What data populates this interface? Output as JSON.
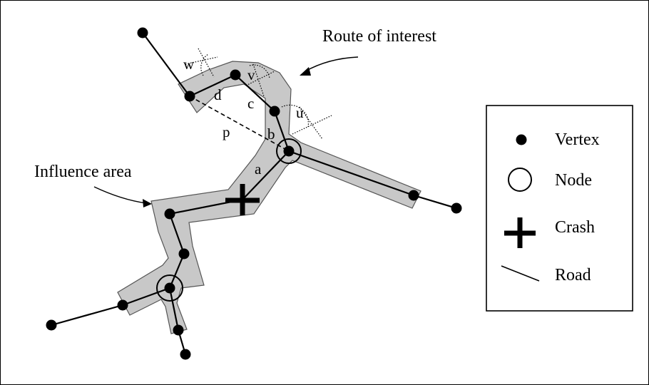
{
  "labels": {
    "route_of_interest": "Route of interest",
    "influence_area": "Influence area",
    "seg_a": "a",
    "seg_b": "b",
    "seg_c": "c",
    "seg_d": "d",
    "dist_p": "p",
    "angle_u": "u",
    "angle_v": "v",
    "angle_w": "w"
  },
  "legend": {
    "vertex": "Vertex",
    "node": "Node",
    "crash": "Crash",
    "road": "Road"
  },
  "colors": {
    "buffer_fill": "#c8c8c8",
    "buffer_stroke": "#555555",
    "ink": "#000000"
  },
  "icons": {
    "vertex": "filled-circle",
    "node": "open-circle",
    "crash": "plus-cross",
    "road": "line"
  }
}
